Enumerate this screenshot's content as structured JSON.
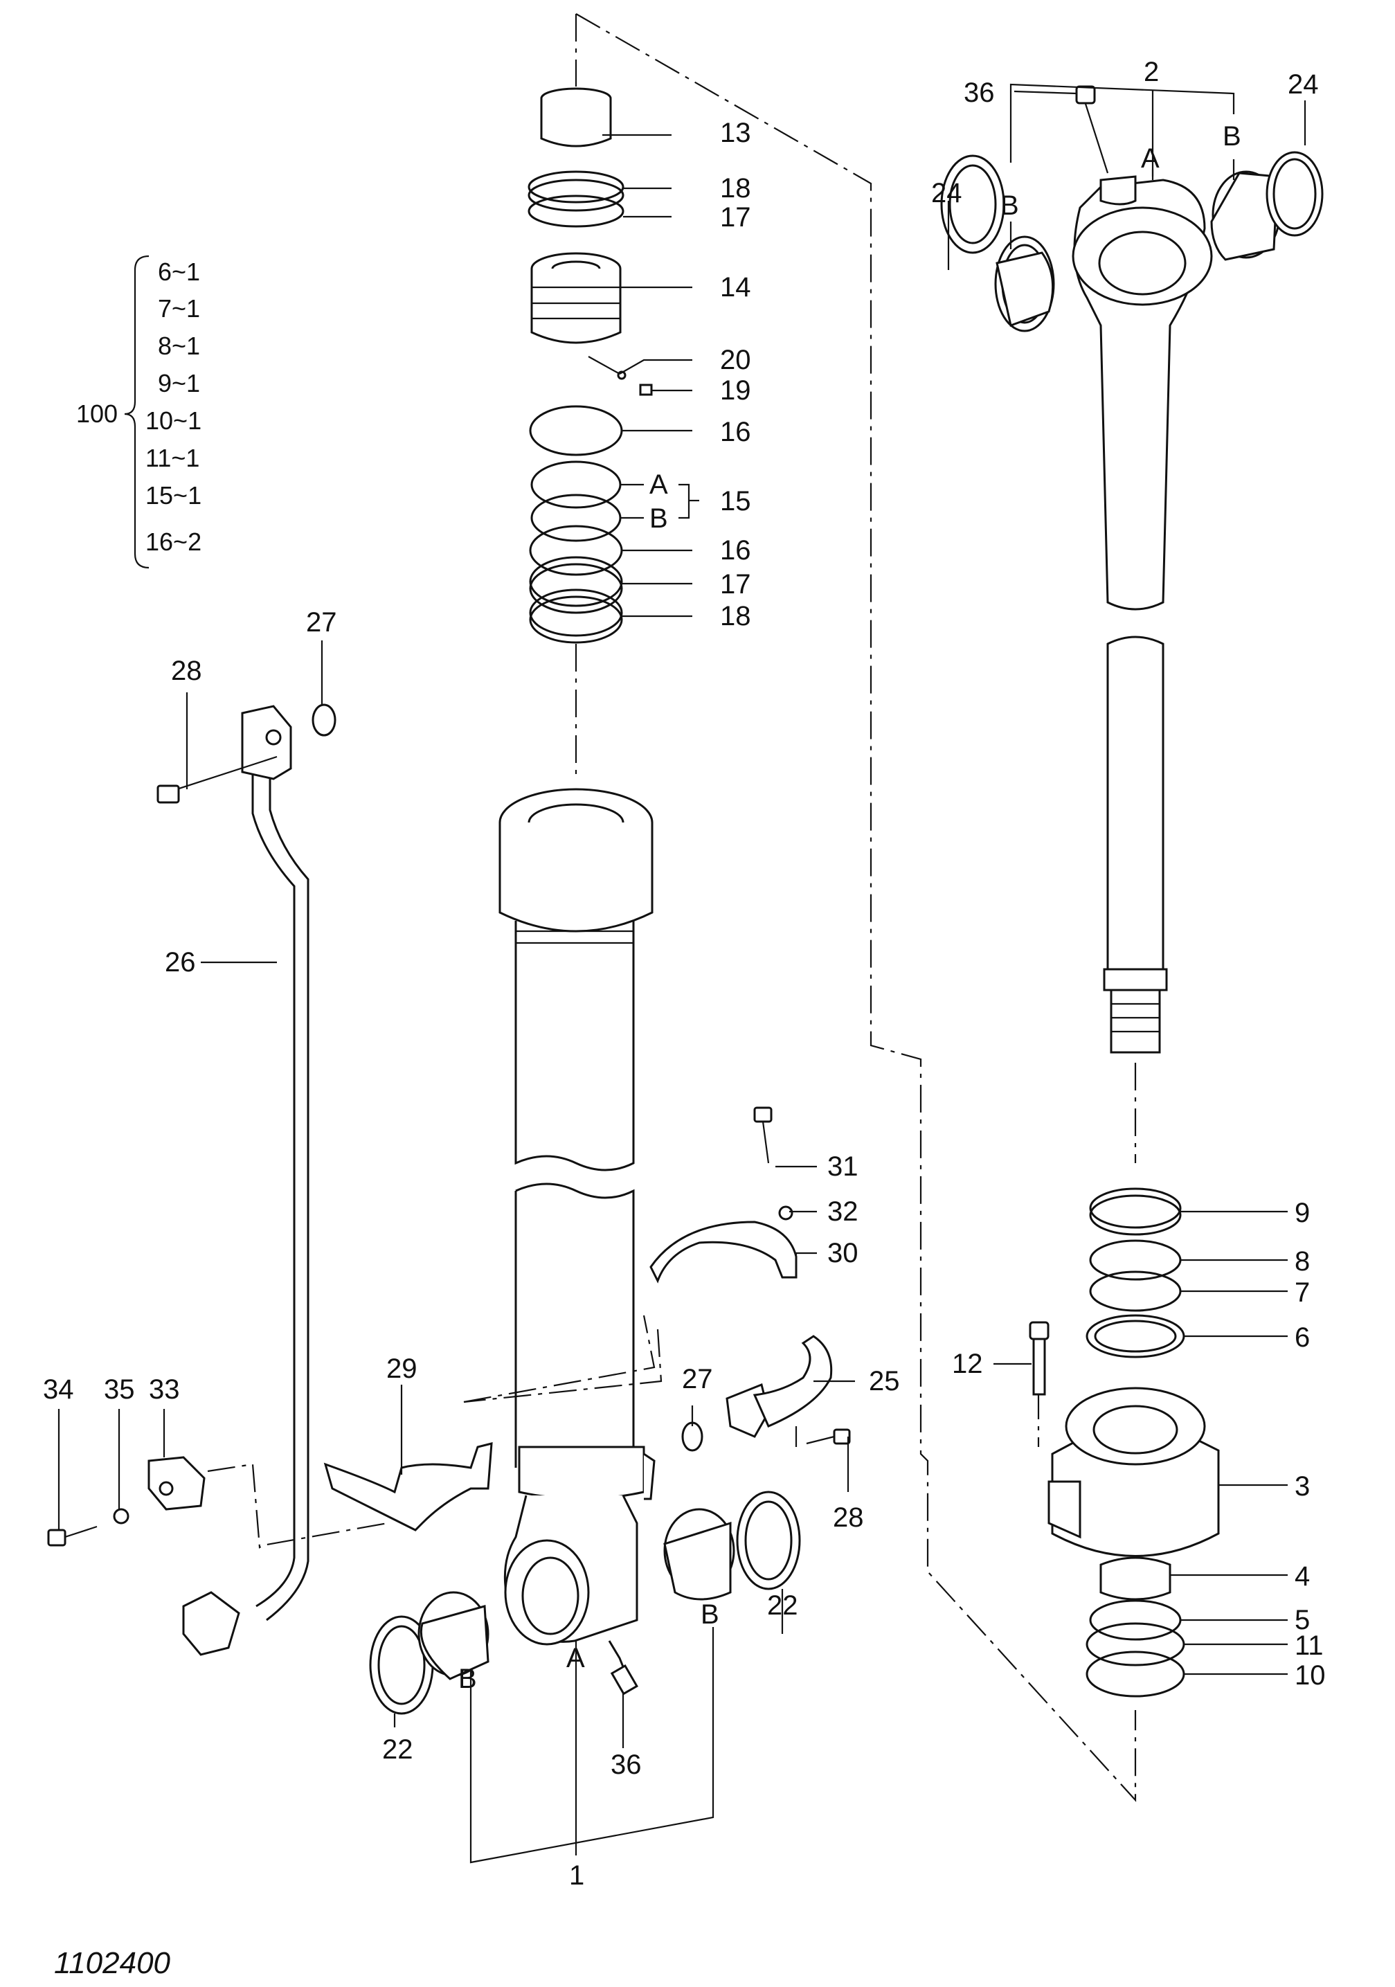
{
  "drawing_number": "1102400",
  "parts_group": {
    "label": "100",
    "members": [
      "6~1",
      "7~1",
      "8~1",
      "9~1",
      "10~1",
      "11~1",
      "15~1",
      "16~2"
    ]
  },
  "callouts": {
    "c13": "13",
    "c18a": "18",
    "c17a": "17",
    "c14": "14",
    "c20": "20",
    "c19": "19",
    "c16a": "16",
    "c15": "15",
    "c15a": "A",
    "c15b": "B",
    "c16b": "16",
    "c17b": "17",
    "c18b": "18",
    "c36a": "36",
    "c2": "2",
    "c2a": "A",
    "c2b1": "B",
    "c2b2": "B",
    "c24a": "24",
    "c24b": "24",
    "c27a": "27",
    "c28a": "28",
    "c26": "26",
    "c31": "31",
    "c32": "32",
    "c30": "30",
    "c29": "29",
    "c27b": "27",
    "c25": "25",
    "c28b": "28",
    "c34": "34",
    "c35": "35",
    "c33": "33",
    "c22a": "22",
    "c22b": "22",
    "c1b1": "B",
    "c1b2": "B",
    "c1a": "A",
    "c36b": "36",
    "c1": "1",
    "c9": "9",
    "c8": "8",
    "c7": "7",
    "c6": "6",
    "c12": "12",
    "c3": "3",
    "c4": "4",
    "c5": "5",
    "c11": "11",
    "c10": "10"
  }
}
